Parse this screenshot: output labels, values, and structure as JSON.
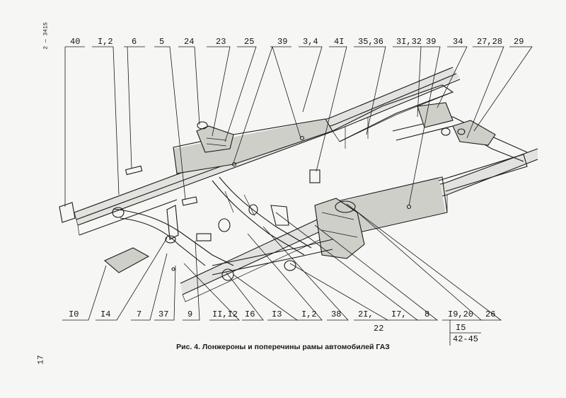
{
  "caption": "Рис. 4. Лонжероны и поперечины рамы автомобилей ГАЗ",
  "page_number": "17",
  "side_stamp": "2 — 3415",
  "callouts_top": [
    "40",
    "I,2",
    "6",
    "5",
    "24",
    "23",
    "25",
    "39",
    "3,4",
    "4I",
    "35,36",
    "3I,32",
    "39",
    "34",
    "27,28",
    "29"
  ],
  "callouts_bottom": [
    "I0",
    "I4",
    "7",
    "37",
    "9",
    "II,I2",
    "I6",
    "I3",
    "I,2",
    "38",
    "2I,",
    "22",
    "I7,",
    "8",
    "I9,20",
    "26",
    "I5",
    "42-45"
  ]
}
